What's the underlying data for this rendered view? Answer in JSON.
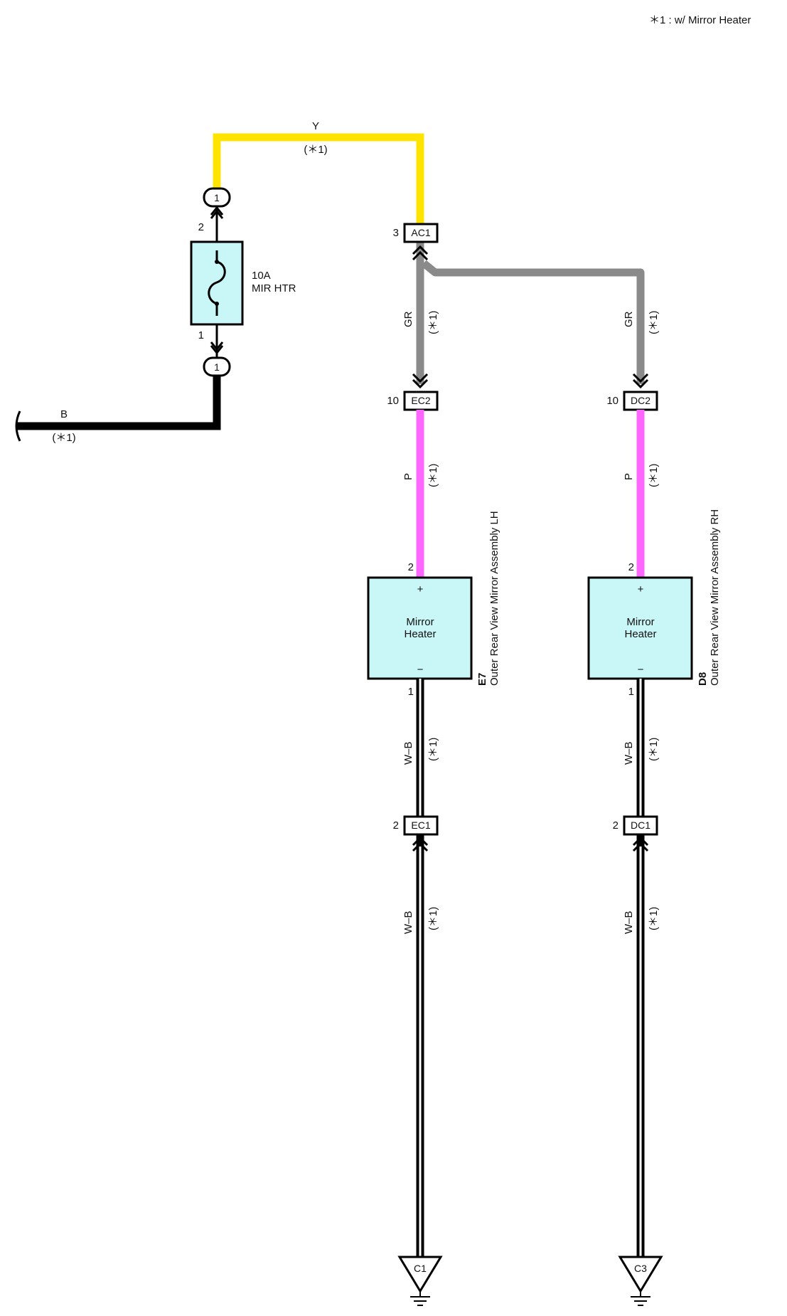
{
  "legend": {
    "note": "＊1 : w/ Mirror Heater"
  },
  "fuse": {
    "rating": "10A",
    "name": "MIR HTR",
    "pin_top": "2",
    "pin_bottom": "1",
    "terminal_top": "1",
    "terminal_bottom": "1"
  },
  "wires": {
    "y": {
      "color_code": "Y",
      "note": "(＊1)"
    },
    "b": {
      "color_code": "B",
      "note": "(＊1)"
    },
    "gr_left": {
      "color_code": "GR",
      "note": "(＊1)"
    },
    "gr_right": {
      "color_code": "GR",
      "note": "(＊1)"
    },
    "p_left": {
      "color_code": "P",
      "note": "(＊1)"
    },
    "p_right": {
      "color_code": "P",
      "note": "(＊1)"
    },
    "wb_left_upper": {
      "color_code": "W–B",
      "note": "(＊1)"
    },
    "wb_left_lower": {
      "color_code": "W–B",
      "note": "(＊1)"
    },
    "wb_right_upper": {
      "color_code": "W–B",
      "note": "(＊1)"
    },
    "wb_right_lower": {
      "color_code": "W–B",
      "note": "(＊1)"
    }
  },
  "connectors": {
    "ac1": {
      "name": "AC1",
      "pin": "3"
    },
    "ec2": {
      "name": "EC2",
      "pin": "10"
    },
    "dc2": {
      "name": "DC2",
      "pin": "10"
    },
    "ec1": {
      "name": "EC1",
      "pin": "2"
    },
    "dc1": {
      "name": "DC1",
      "pin": "2"
    }
  },
  "components": {
    "left": {
      "line1": "Mirror",
      "line2": "Heater",
      "plus": "+",
      "minus": "−",
      "pin_plus": "2",
      "pin_minus": "1",
      "code": "E7",
      "name": "Outer Rear View Mirror Assembly LH"
    },
    "right": {
      "line1": "Mirror",
      "line2": "Heater",
      "plus": "+",
      "minus": "−",
      "pin_plus": "2",
      "pin_minus": "1",
      "code": "D8",
      "name": "Outer Rear View Mirror Assembly RH"
    }
  },
  "grounds": {
    "left": "C1",
    "right": "C3"
  },
  "colors": {
    "yellow": "#ffe400",
    "gray": "#8a8a8a",
    "pink": "#ff66ff",
    "black": "#000000",
    "component_fill": "#c9f7f7"
  }
}
